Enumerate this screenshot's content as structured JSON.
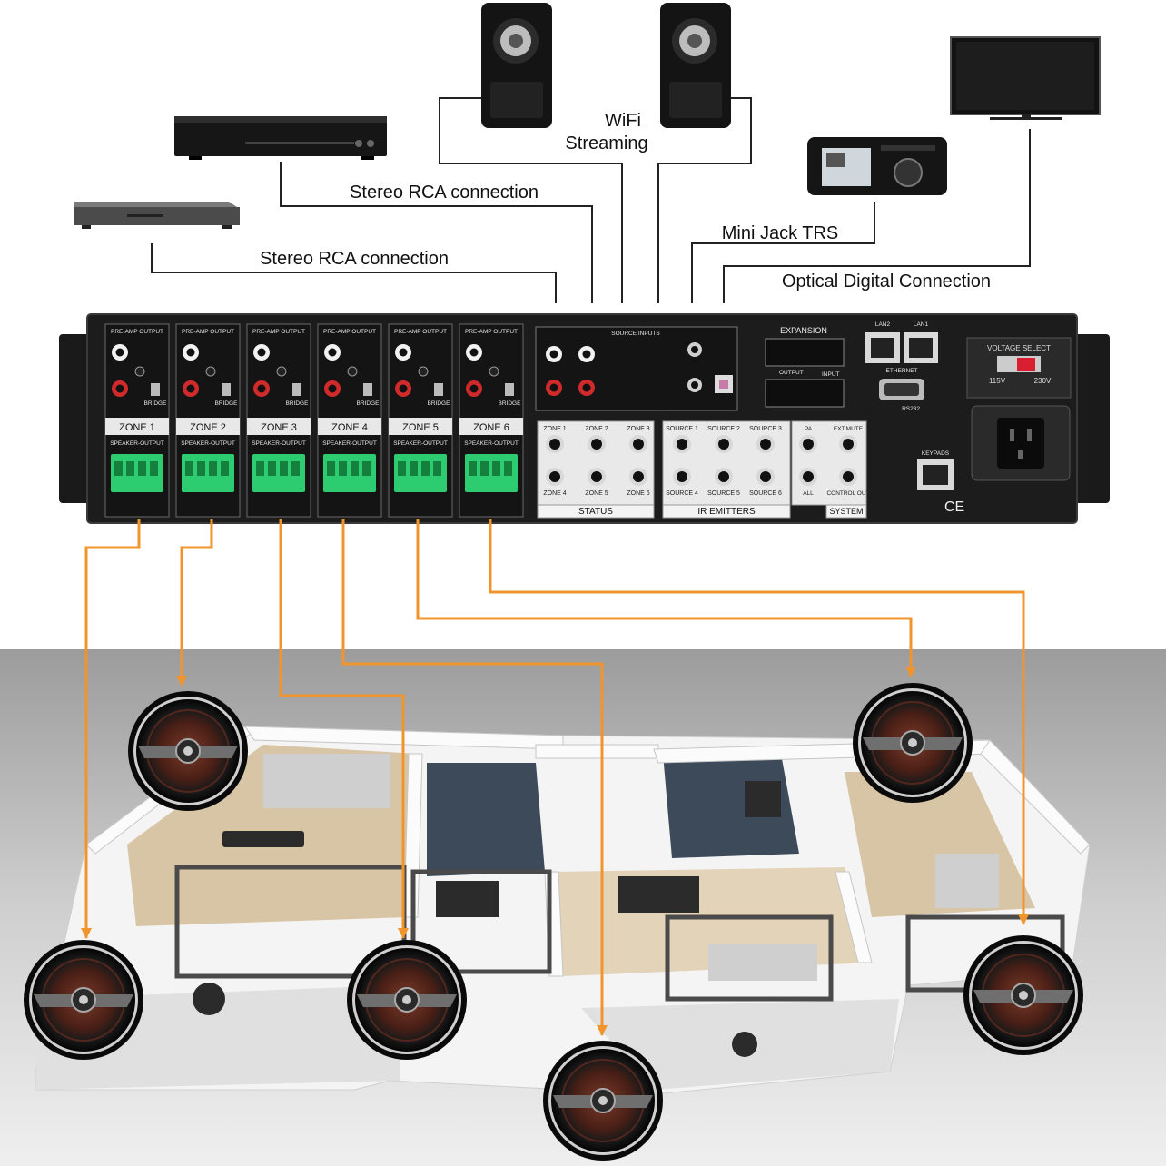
{
  "labels": {
    "wifi_line1": "WiFi",
    "wifi_line2": "Streaming",
    "rca1": "Stereo RCA connection",
    "rca2": "Stereo RCA connection",
    "minijack": "Mini Jack TRS",
    "optical": "Optical Digital Connection"
  },
  "amp": {
    "preamp_label": "PRE-AMP OUTPUT",
    "speaker_label": "SPEAKER-OUTPUT",
    "bridge_label": "BRIDGE",
    "zones": [
      "ZONE 1",
      "ZONE 2",
      "ZONE 3",
      "ZONE 4",
      "ZONE 5",
      "ZONE 6"
    ],
    "source_inputs": "SOURCE INPUTS",
    "expansion": "EXPANSION",
    "output": "OUTPUT",
    "input": "INPUT",
    "lan2": "LAN2",
    "lan1": "LAN1",
    "ethernet": "ETHERNET",
    "rs232": "RS232",
    "voltage_select": "VOLTAGE SELECT",
    "v115": "115V",
    "v230": "230V",
    "keypads": "KEYPADS",
    "status_zones": [
      "ZONE 1",
      "ZONE 2",
      "ZONE 3",
      "ZONE 4",
      "ZONE 5",
      "ZONE 6"
    ],
    "ir_sources": [
      "SOURCE 1",
      "SOURCE 2",
      "SOURCE 3",
      "SOURCE 4",
      "SOURCE 5",
      "SOURCE 6"
    ],
    "pa": "PA",
    "ext_mute": "EXT.MUTE",
    "all": "ALL",
    "control_out": "CONTROL OUT",
    "status": "STATUS",
    "ir_emitters": "IR EMITTERS",
    "system": "SYSTEM"
  },
  "colors": {
    "wire_orange": "#f0952e",
    "terminal_green": "#2ecc71",
    "amp_body": "#1c1c1c"
  }
}
